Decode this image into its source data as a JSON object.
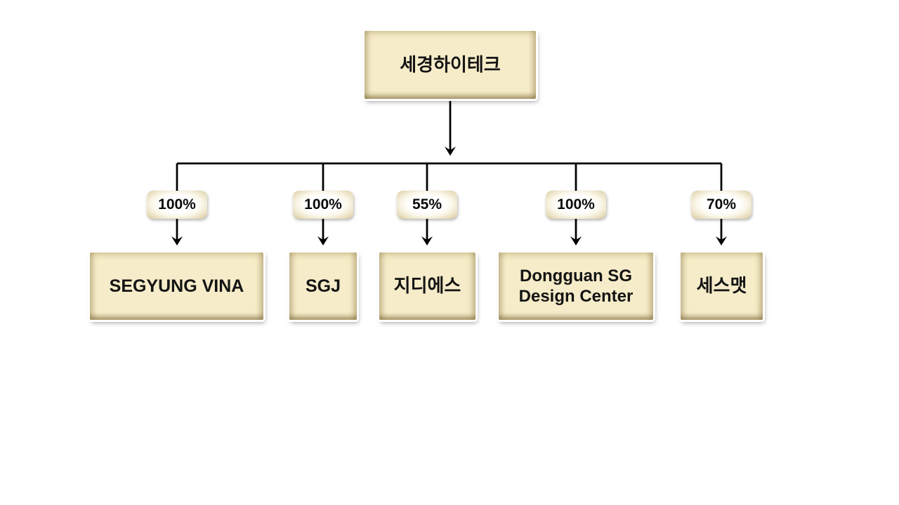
{
  "diagram": {
    "title_hint": "ownership-structure-chart",
    "root": {
      "label": "세경하이테크"
    },
    "subsidiaries": [
      {
        "ownership": "100%",
        "name": "SEGYUNG VINA"
      },
      {
        "ownership": "100%",
        "name": "SGJ"
      },
      {
        "ownership": "55%",
        "name": "지디에스"
      },
      {
        "ownership": "100%",
        "name": "Dongguan SG Design Center"
      },
      {
        "ownership": "70%",
        "name": "세스맷"
      }
    ]
  },
  "colors": {
    "background": "#ffffff",
    "box_fill": "#f6ecc9",
    "box_bevel_dark": "#b3a172",
    "box_border": "#ffffff",
    "connector": "#000000",
    "text": "#141414"
  }
}
